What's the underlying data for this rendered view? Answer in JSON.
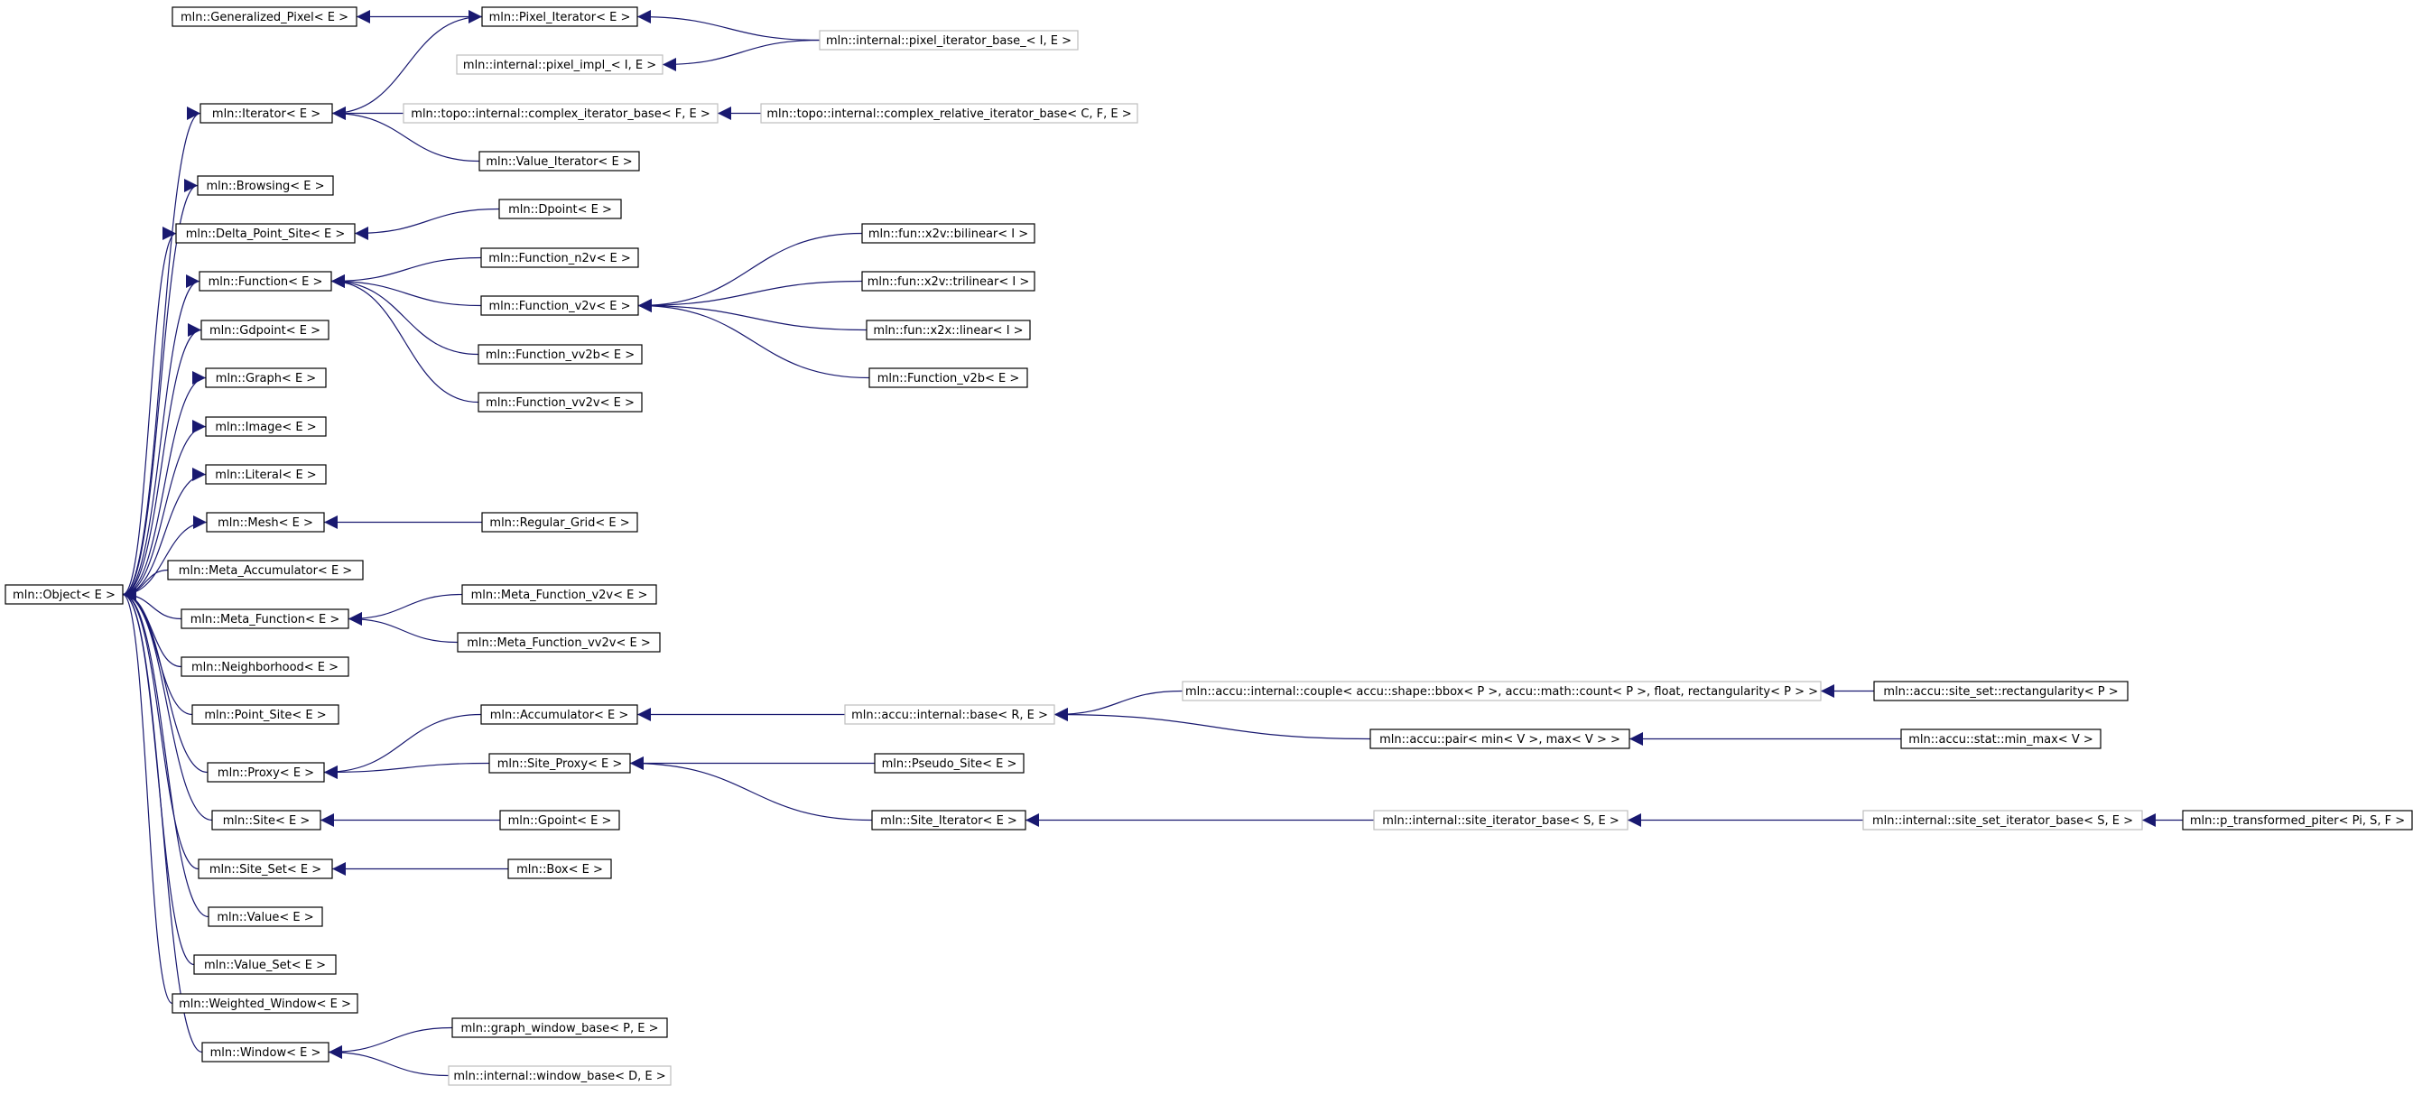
{
  "colors": {
    "edge": "#191970",
    "box_solid": "#000000",
    "box_light": "#bfbfbf",
    "text": "#000000"
  },
  "nodes": [
    {
      "id": "generalized_pixel",
      "label": "mln::Generalized_Pixel< E >",
      "style": "solid"
    },
    {
      "id": "pixel_iterator",
      "label": "mln::Pixel_Iterator< E >",
      "style": "solid"
    },
    {
      "id": "pixel_iterator_base",
      "label": "mln::internal::pixel_iterator_base_< I, E >",
      "style": "light"
    },
    {
      "id": "pixel_impl",
      "label": "mln::internal::pixel_impl_< I, E >",
      "style": "light"
    },
    {
      "id": "iterator",
      "label": "mln::Iterator< E >",
      "style": "solid"
    },
    {
      "id": "complex_iterator_base",
      "label": "mln::topo::internal::complex_iterator_base< F, E >",
      "style": "light"
    },
    {
      "id": "complex_relative_iterator_base",
      "label": "mln::topo::internal::complex_relative_iterator_base< C, F, E >",
      "style": "light"
    },
    {
      "id": "value_iterator",
      "label": "mln::Value_Iterator< E >",
      "style": "solid"
    },
    {
      "id": "browsing",
      "label": "mln::Browsing< E >",
      "style": "solid"
    },
    {
      "id": "delta_point_site",
      "label": "mln::Delta_Point_Site< E >",
      "style": "solid"
    },
    {
      "id": "dpoint",
      "label": "mln::Dpoint< E >",
      "style": "solid"
    },
    {
      "id": "function",
      "label": "mln::Function< E >",
      "style": "solid"
    },
    {
      "id": "function_n2v",
      "label": "mln::Function_n2v< E >",
      "style": "solid"
    },
    {
      "id": "function_v2v",
      "label": "mln::Function_v2v< E >",
      "style": "solid"
    },
    {
      "id": "function_vv2b",
      "label": "mln::Function_vv2b< E >",
      "style": "solid"
    },
    {
      "id": "function_vv2v",
      "label": "mln::Function_vv2v< E >",
      "style": "solid"
    },
    {
      "id": "bilinear",
      "label": "mln::fun::x2v::bilinear< I >",
      "style": "solid"
    },
    {
      "id": "trilinear",
      "label": "mln::fun::x2v::trilinear< I >",
      "style": "solid"
    },
    {
      "id": "x2x_linear",
      "label": "mln::fun::x2x::linear< I >",
      "style": "solid"
    },
    {
      "id": "function_v2b",
      "label": "mln::Function_v2b< E >",
      "style": "solid"
    },
    {
      "id": "gdpoint",
      "label": "mln::Gdpoint< E >",
      "style": "solid"
    },
    {
      "id": "graph",
      "label": "mln::Graph< E >",
      "style": "solid"
    },
    {
      "id": "image",
      "label": "mln::Image< E >",
      "style": "solid"
    },
    {
      "id": "literal",
      "label": "mln::Literal< E >",
      "style": "solid"
    },
    {
      "id": "mesh",
      "label": "mln::Mesh< E >",
      "style": "solid"
    },
    {
      "id": "regular_grid",
      "label": "mln::Regular_Grid< E >",
      "style": "solid"
    },
    {
      "id": "object",
      "label": "mln::Object< E >",
      "style": "solid"
    },
    {
      "id": "meta_accumulator",
      "label": "mln::Meta_Accumulator< E >",
      "style": "solid"
    },
    {
      "id": "meta_function",
      "label": "mln::Meta_Function< E >",
      "style": "solid"
    },
    {
      "id": "meta_function_v2v",
      "label": "mln::Meta_Function_v2v< E >",
      "style": "solid"
    },
    {
      "id": "meta_function_vv2v",
      "label": "mln::Meta_Function_vv2v< E >",
      "style": "solid"
    },
    {
      "id": "neighborhood",
      "label": "mln::Neighborhood< E >",
      "style": "solid"
    },
    {
      "id": "point_site",
      "label": "mln::Point_Site< E >",
      "style": "solid"
    },
    {
      "id": "accumulator",
      "label": "mln::Accumulator< E >",
      "style": "solid"
    },
    {
      "id": "accu_internal_base",
      "label": "mln::accu::internal::base< R, E >",
      "style": "light"
    },
    {
      "id": "accu_couple",
      "label": "mln::accu::internal::couple< accu::shape::bbox< P >, accu::math::count< P >, float, rectangularity< P > >",
      "style": "light"
    },
    {
      "id": "rectangularity",
      "label": "mln::accu::site_set::rectangularity< P >",
      "style": "solid"
    },
    {
      "id": "proxy",
      "label": "mln::Proxy< E >",
      "style": "solid"
    },
    {
      "id": "site_proxy",
      "label": "mln::Site_Proxy< E >",
      "style": "solid"
    },
    {
      "id": "accu_pair",
      "label": "mln::accu::pair< min< V >, max< V > >",
      "style": "solid"
    },
    {
      "id": "min_max",
      "label": "mln::accu::stat::min_max< V >",
      "style": "solid"
    },
    {
      "id": "pseudo_site",
      "label": "mln::Pseudo_Site< E >",
      "style": "solid"
    },
    {
      "id": "site",
      "label": "mln::Site< E >",
      "style": "solid"
    },
    {
      "id": "gpoint",
      "label": "mln::Gpoint< E >",
      "style": "solid"
    },
    {
      "id": "site_iterator",
      "label": "mln::Site_Iterator< E >",
      "style": "solid"
    },
    {
      "id": "site_iterator_base",
      "label": "mln::internal::site_iterator_base< S, E >",
      "style": "light"
    },
    {
      "id": "site_set_iterator_base",
      "label": "mln::internal::site_set_iterator_base< S, E >",
      "style": "light"
    },
    {
      "id": "p_transformed_piter",
      "label": "mln::p_transformed_piter< Pi, S, F >",
      "style": "solid"
    },
    {
      "id": "site_set",
      "label": "mln::Site_Set< E >",
      "style": "solid"
    },
    {
      "id": "box",
      "label": "mln::Box< E >",
      "style": "solid"
    },
    {
      "id": "value",
      "label": "mln::Value< E >",
      "style": "solid"
    },
    {
      "id": "value_set",
      "label": "mln::Value_Set< E >",
      "style": "solid"
    },
    {
      "id": "weighted_window",
      "label": "mln::Weighted_Window< E >",
      "style": "solid"
    },
    {
      "id": "window",
      "label": "mln::Window< E >",
      "style": "solid"
    },
    {
      "id": "graph_window_base",
      "label": "mln::graph_window_base< P, E >",
      "style": "solid"
    },
    {
      "id": "window_base",
      "label": "mln::internal::window_base< D, E >",
      "style": "light"
    }
  ],
  "edges": [
    {
      "from": "pixel_iterator",
      "to": "generalized_pixel"
    },
    {
      "from": "iterator",
      "to": "pixel_iterator"
    },
    {
      "from": "pixel_iterator_base",
      "to": "pixel_iterator"
    },
    {
      "from": "pixel_iterator_base",
      "to": "pixel_impl"
    },
    {
      "from": "object",
      "to": "iterator"
    },
    {
      "from": "complex_iterator_base",
      "to": "iterator"
    },
    {
      "from": "value_iterator",
      "to": "iterator"
    },
    {
      "from": "complex_relative_iterator_base",
      "to": "complex_iterator_base"
    },
    {
      "from": "object",
      "to": "browsing"
    },
    {
      "from": "object",
      "to": "delta_point_site"
    },
    {
      "from": "dpoint",
      "to": "delta_point_site"
    },
    {
      "from": "object",
      "to": "function"
    },
    {
      "from": "function_n2v",
      "to": "function"
    },
    {
      "from": "function_v2v",
      "to": "function"
    },
    {
      "from": "function_vv2b",
      "to": "function"
    },
    {
      "from": "function_vv2v",
      "to": "function"
    },
    {
      "from": "bilinear",
      "to": "function_v2v"
    },
    {
      "from": "trilinear",
      "to": "function_v2v"
    },
    {
      "from": "x2x_linear",
      "to": "function_v2v"
    },
    {
      "from": "function_v2b",
      "to": "function_v2v"
    },
    {
      "from": "object",
      "to": "gdpoint"
    },
    {
      "from": "object",
      "to": "graph"
    },
    {
      "from": "object",
      "to": "image"
    },
    {
      "from": "object",
      "to": "literal"
    },
    {
      "from": "object",
      "to": "mesh"
    },
    {
      "from": "regular_grid",
      "to": "mesh"
    },
    {
      "from": "meta_accumulator",
      "to": "object"
    },
    {
      "from": "meta_function",
      "to": "object"
    },
    {
      "from": "meta_function_v2v",
      "to": "meta_function"
    },
    {
      "from": "meta_function_vv2v",
      "to": "meta_function"
    },
    {
      "from": "neighborhood",
      "to": "object"
    },
    {
      "from": "point_site",
      "to": "object"
    },
    {
      "from": "proxy",
      "to": "object"
    },
    {
      "from": "site",
      "to": "object"
    },
    {
      "from": "site_set",
      "to": "object"
    },
    {
      "from": "value",
      "to": "object"
    },
    {
      "from": "value_set",
      "to": "object"
    },
    {
      "from": "weighted_window",
      "to": "object"
    },
    {
      "from": "window",
      "to": "object"
    },
    {
      "from": "accumulator",
      "to": "proxy"
    },
    {
      "from": "site_proxy",
      "to": "proxy"
    },
    {
      "from": "accu_internal_base",
      "to": "accumulator"
    },
    {
      "from": "accu_couple",
      "to": "accu_internal_base"
    },
    {
      "from": "accu_pair",
      "to": "accu_internal_base"
    },
    {
      "from": "rectangularity",
      "to": "accu_couple"
    },
    {
      "from": "min_max",
      "to": "accu_pair"
    },
    {
      "from": "pseudo_site",
      "to": "site_proxy"
    },
    {
      "from": "site_iterator",
      "to": "site_proxy"
    },
    {
      "from": "site_iterator_base",
      "to": "site_iterator"
    },
    {
      "from": "site_set_iterator_base",
      "to": "site_iterator_base"
    },
    {
      "from": "p_transformed_piter",
      "to": "site_set_iterator_base"
    },
    {
      "from": "gpoint",
      "to": "site"
    },
    {
      "from": "box",
      "to": "site_set"
    },
    {
      "from": "graph_window_base",
      "to": "window"
    },
    {
      "from": "window_base",
      "to": "window"
    }
  ]
}
